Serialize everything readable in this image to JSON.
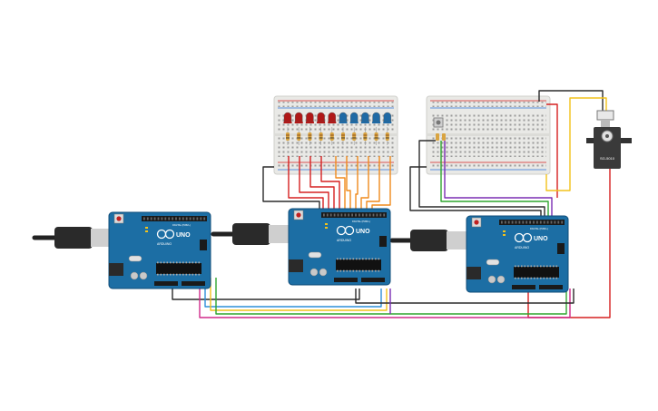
{
  "boards": [
    {
      "id": "arduino-left",
      "model": "UNO",
      "brand": "ARDUINO",
      "header": "DIGITAL (PWM~)"
    },
    {
      "id": "arduino-middle",
      "model": "UNO",
      "brand": "ARDUINO",
      "header": "DIGITAL (PWM~)"
    },
    {
      "id": "arduino-right",
      "model": "UNO",
      "brand": "ARDUINO",
      "header": "DIGITAL (PWM~)"
    }
  ],
  "servo": {
    "label": "SG-5010"
  },
  "led_colors": [
    "#b01818",
    "#b01818",
    "#b01818",
    "#b01818",
    "#b01818",
    "#1f6aa5",
    "#1f6aa5",
    "#1f6aa5",
    "#1f6aa5",
    "#1f6aa5"
  ],
  "wire_colors": {
    "black": "#2b2b2b",
    "red": "#d62020",
    "orange": "#f08a1c",
    "yellow": "#f2c21b",
    "green": "#2fa52f",
    "blue": "#2d8fd8",
    "purple": "#7a2db3",
    "magenta": "#d02a8a",
    "grey": "#888888"
  }
}
